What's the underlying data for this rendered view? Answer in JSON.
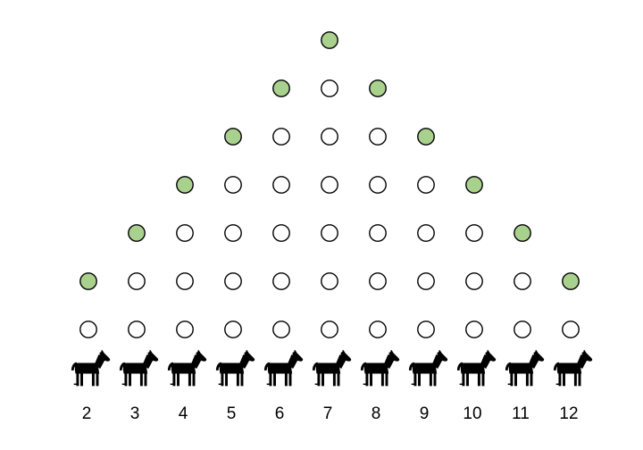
{
  "colors": {
    "background": "#ffffff",
    "peg_stroke": "#000000",
    "peg_empty": "#ffffff",
    "peg_marker": "#a9d18e",
    "horse": "#000000"
  },
  "icons": {
    "token": "horse-icon",
    "peg": "circle"
  },
  "lanes": [
    {
      "number": "2",
      "peg_count": 2,
      "marker_step": 2
    },
    {
      "number": "3",
      "peg_count": 3,
      "marker_step": 3
    },
    {
      "number": "4",
      "peg_count": 4,
      "marker_step": 4
    },
    {
      "number": "5",
      "peg_count": 5,
      "marker_step": 5
    },
    {
      "number": "6",
      "peg_count": 6,
      "marker_step": 6
    },
    {
      "number": "7",
      "peg_count": 7,
      "marker_step": 7
    },
    {
      "number": "8",
      "peg_count": 6,
      "marker_step": 6
    },
    {
      "number": "9",
      "peg_count": 5,
      "marker_step": 5
    },
    {
      "number": "10",
      "peg_count": 4,
      "marker_step": 4
    },
    {
      "number": "11",
      "peg_count": 3,
      "marker_step": 3
    },
    {
      "number": "12",
      "peg_count": 2,
      "marker_step": 2
    }
  ]
}
